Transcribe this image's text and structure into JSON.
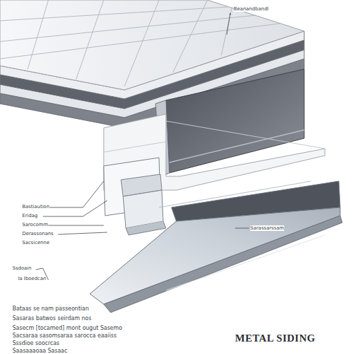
{
  "diagram": {
    "title": "METAL SIDING",
    "labels": [
      "Beanandbandl",
      "Bastiaution",
      "Eridag",
      "Sarocomm",
      "Derassonans",
      "Sacsicenne",
      "Sarassarssam",
      "Ssdoain",
      "Ia Iboedcan",
      "Bataas se nam passeontian",
      "Sasaras batwos seirdam nos",
      "Sasecm [tocamed] mont ougut Sasemo",
      "Sacsaraa sasomsaraa sarocca eaaiiss",
      "Sssdioe soocrcas",
      "Saasaaaoaa Sasaac"
    ]
  }
}
